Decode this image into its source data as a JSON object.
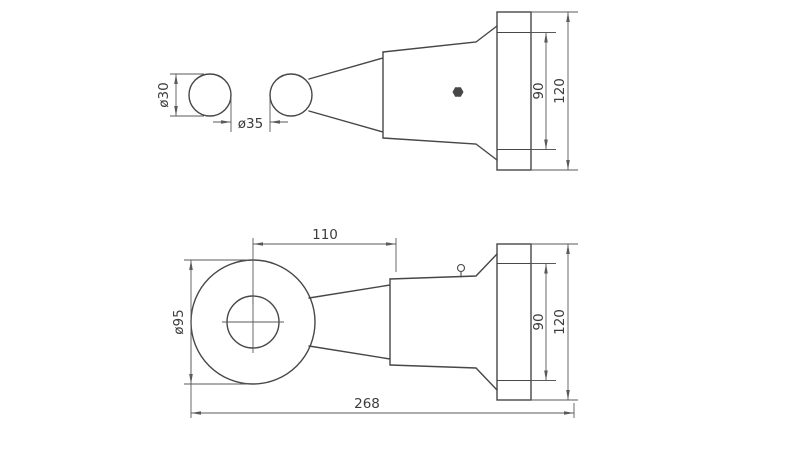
{
  "colors": {
    "background": "#ffffff",
    "line": "#474747",
    "dimension_line": "#5a5a5a",
    "text": "#3c3c3c"
  },
  "side_view": {
    "d30": "ø30",
    "d35": "ø35",
    "h90": "90",
    "h120": "120"
  },
  "plan_view": {
    "w110": "110",
    "d95": "ø95",
    "h90": "90",
    "h120": "120",
    "len268": "268"
  }
}
